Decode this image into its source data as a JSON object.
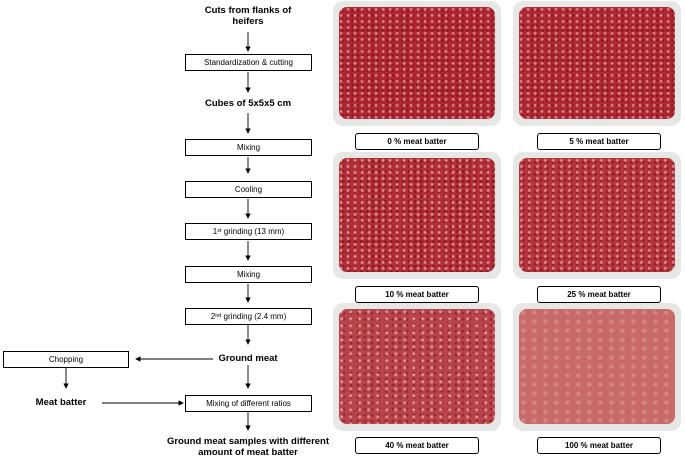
{
  "flow": {
    "start": "Cuts from flanks of heifers",
    "step1": "Standardization & cutting",
    "cubes": "Cubes of 5x5x5 cm",
    "step2": "Mixing",
    "step3": "Cooling",
    "step4_a": "1",
    "step4_sup": "st",
    "step4_b": " grinding (13 mm)",
    "step5": "Mixing",
    "step6_a": "2",
    "step6_sup": "nd",
    "step6_b": " grinding (2.4 mm)",
    "ground": "Ground meat",
    "chopping": "Chopping",
    "batter": "Meat batter",
    "mixing_ratios": "Mixing of different ratios",
    "end": "Ground meat samples with different amount of meat batter"
  },
  "photos": [
    {
      "label": "0 % meat batter",
      "batter_percent": 0
    },
    {
      "label": "5 % meat batter",
      "batter_percent": 5
    },
    {
      "label": "10 % meat batter",
      "batter_percent": 10
    },
    {
      "label": "25 % meat batter",
      "batter_percent": 25
    },
    {
      "label": "40 % meat batter",
      "batter_percent": 40
    },
    {
      "label": "100 % meat batter",
      "batter_percent": 100
    }
  ],
  "colors": {
    "ground_meat": "#b02530",
    "ground_meat_fat": "#d98087",
    "meat_batter": "#c96a6a",
    "tray": "#e7e7e5"
  }
}
